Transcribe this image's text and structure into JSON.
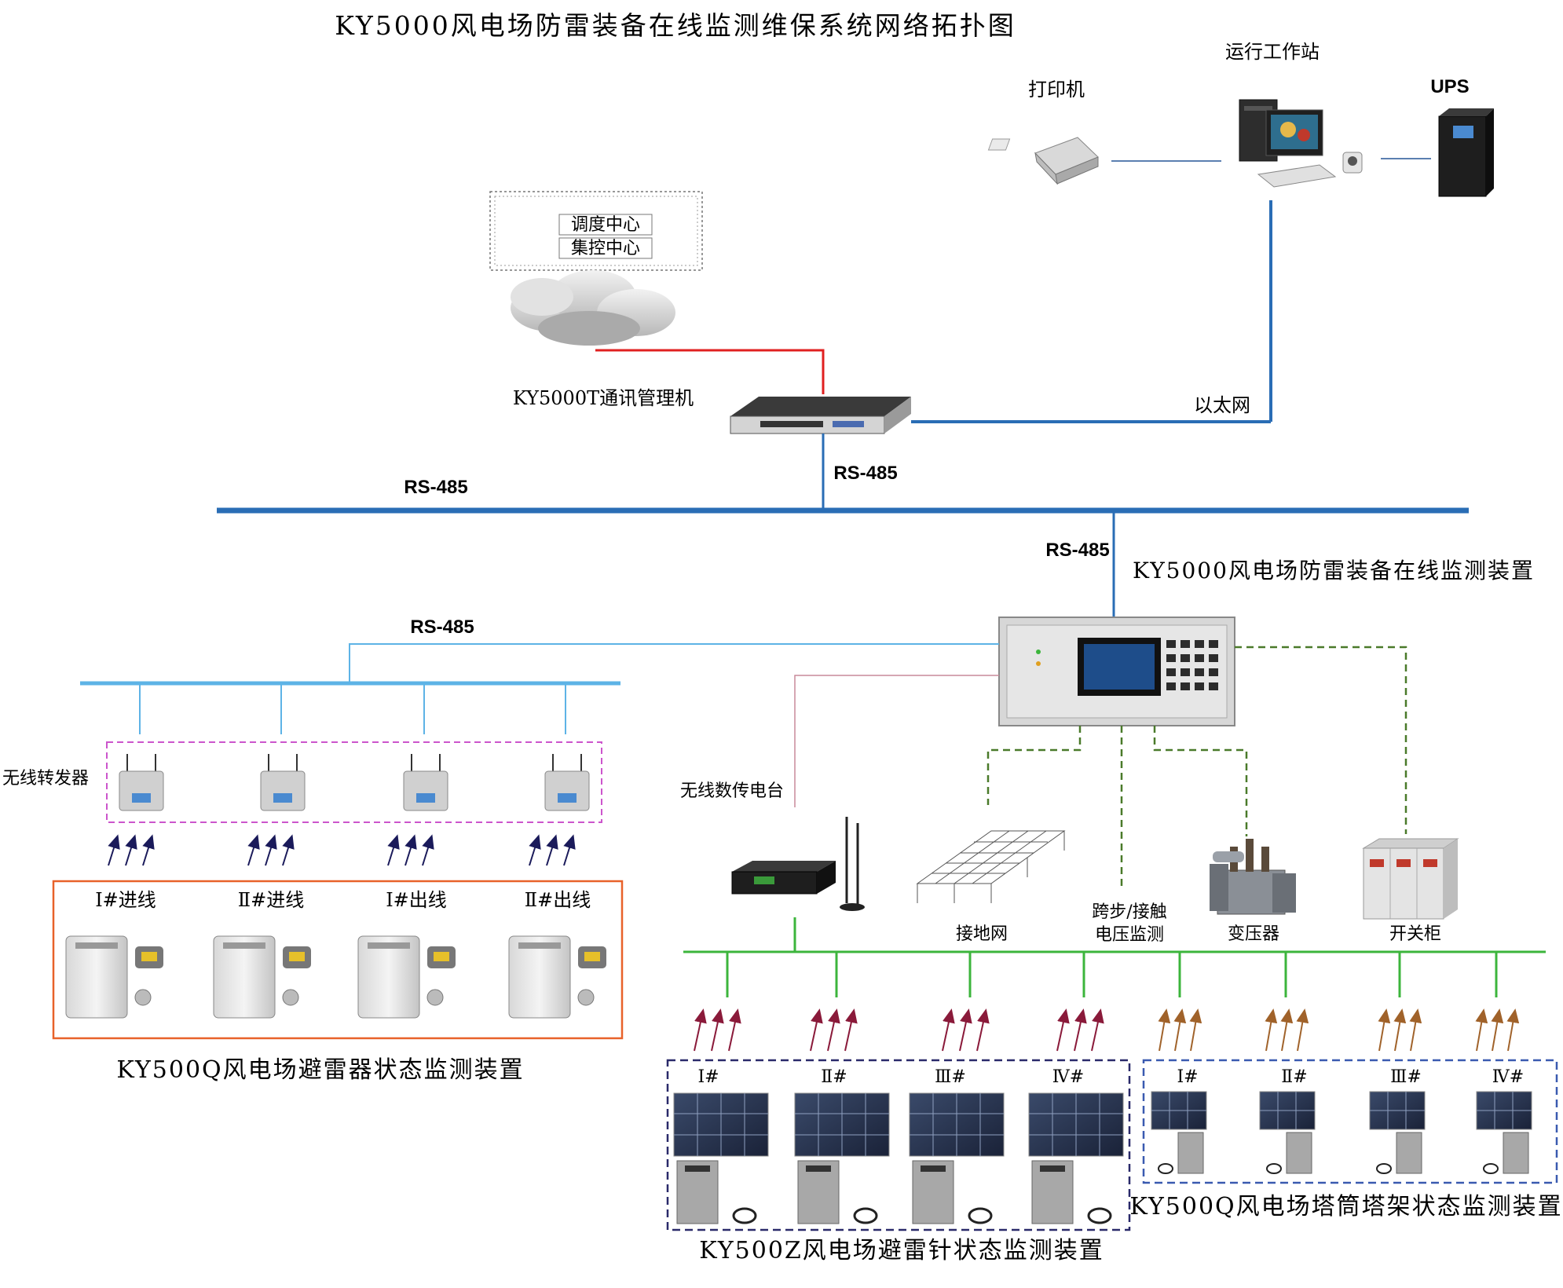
{
  "title": "KY5000风电场防雷装备在线监测维保系统网络拓扑图",
  "top": {
    "workstation": "运行工作站",
    "printer": "打印机",
    "ups": "UPS"
  },
  "center": {
    "dispatch": "调度中心",
    "control": "集控中心",
    "comm_manager": "KY5000T通讯管理机",
    "ethernet": "以太网",
    "rs485_a": "RS-485",
    "rs485_b": "RS-485",
    "rs485_c": "RS-485",
    "monitor_device": "KY5000风电场防雷装备在线监测装置"
  },
  "left": {
    "rs485": "RS-485",
    "wireless_repeater": "无线转发器",
    "lines": [
      "Ⅰ#进线",
      "Ⅱ#进线",
      "Ⅰ#出线",
      "Ⅱ#出线"
    ],
    "section_label": "KY500Q风电场避雷器状态监测装置"
  },
  "right": {
    "radio": "无线数传电台",
    "ground_grid": "接地网",
    "step_voltage_1": "跨步/接触",
    "step_voltage_2": "电压监测",
    "transformer": "变压器",
    "switchgear": "开关柜",
    "rod_units": [
      "Ⅰ#",
      "Ⅱ#",
      "Ⅲ#",
      "Ⅳ#"
    ],
    "tower_units": [
      "Ⅰ#",
      "Ⅱ#",
      "Ⅲ#",
      "Ⅳ#"
    ],
    "rod_section_label": "KY500Z风电场避雷针状态监测装置",
    "tower_section_label": "KY500Q风电场塔筒塔架状态监测装置"
  },
  "colors": {
    "bus_blue": "#2a6db5",
    "light_blue": "#5db3e6",
    "red": "#e02020",
    "green": "#3cb53c",
    "dash_green": "#4a7a2a",
    "magenta_dash": "#cc55cc",
    "orange_box": "#e8622a",
    "navy_dash": "#2a2a6a",
    "arrow_navy": "#1a1a5a",
    "arrow_maroon": "#8a1a3a",
    "arrow_brown": "#a0622a"
  }
}
